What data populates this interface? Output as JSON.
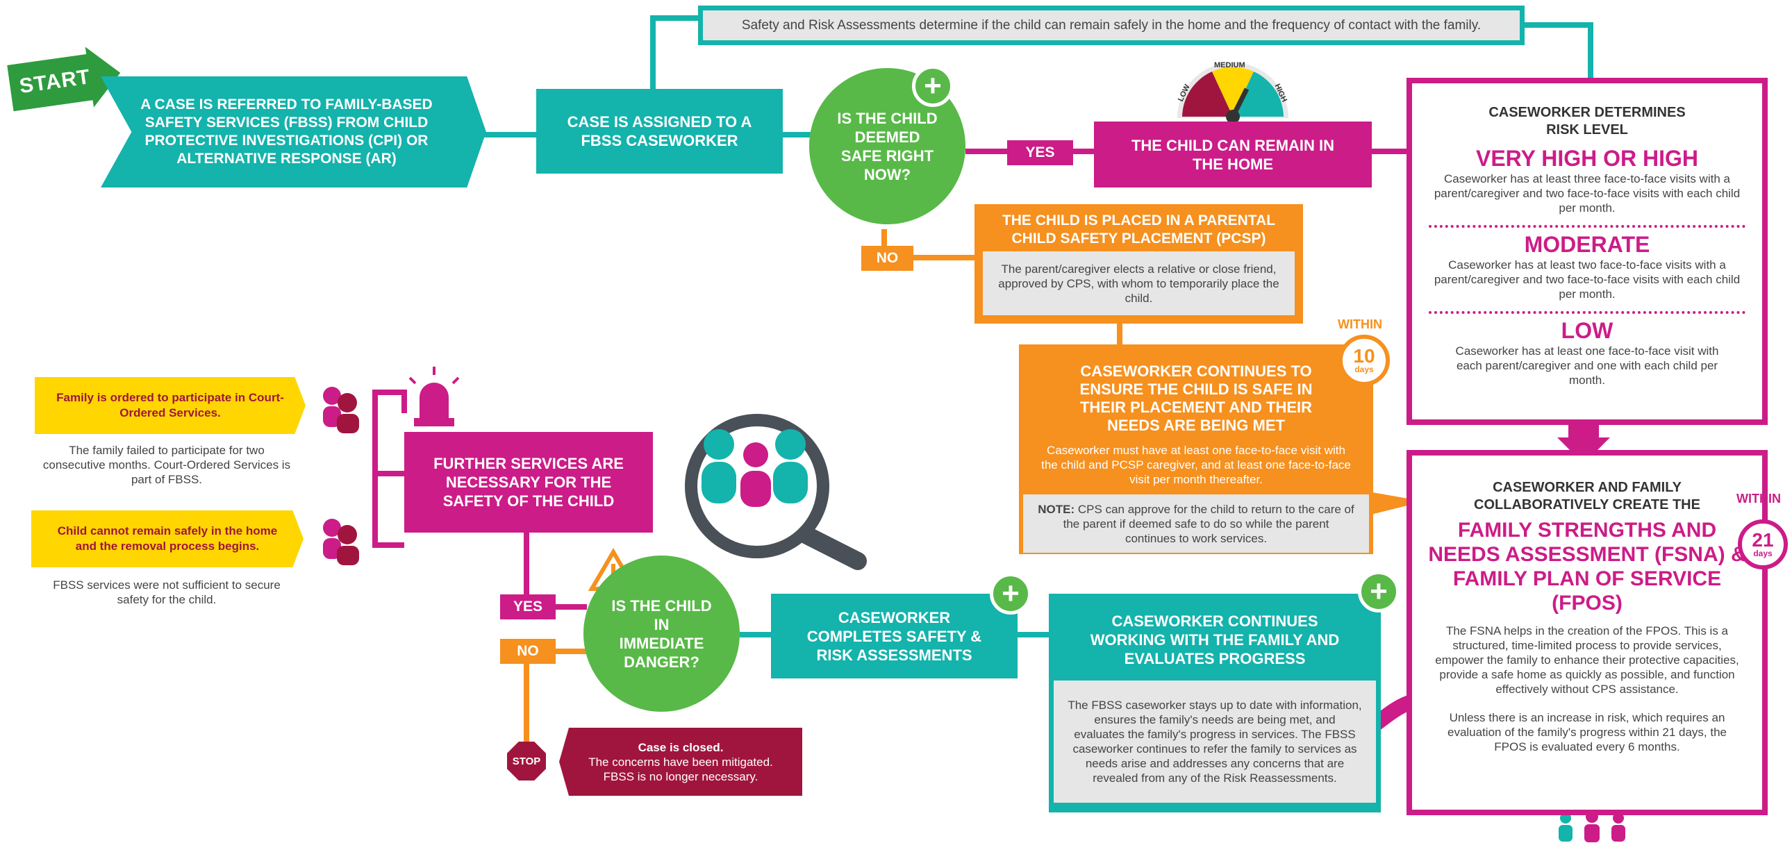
{
  "top_note": "Safety and Risk Assessments determine if the child can remain safely in the home and the frequency of contact with the family.",
  "start_label": "START",
  "referral": "A CASE IS REFERRED TO FAMILY-BASED SAFETY SERVICES (FBSS) FROM CHILD PROTECTIVE INVESTIGATIONS (CPI) OR ALTERNATIVE RESPONSE (AR)",
  "assigned": "CASE IS ASSIGNED TO A FBSS CASEWORKER",
  "deemed_safe": "IS THE CHILD DEEMED SAFE RIGHT NOW?",
  "yes": "YES",
  "no": "NO",
  "remain_home": "THE CHILD CAN REMAIN IN THE HOME",
  "gauge": {
    "low": "LOW",
    "medium": "MEDIUM",
    "high": "HIGH"
  },
  "risk": {
    "header": "CASEWORKER DETERMINES RISK LEVEL",
    "very_high_title": "VERY HIGH OR HIGH",
    "very_high_text": "Caseworker has at least three face-to-face visits with a parent/caregiver and two face-to-face visits with each child per month.",
    "moderate_title": "MODERATE",
    "moderate_text": "Caseworker has at least two face-to-face visits with a parent/caregiver and two face-to-face visits with each child per month.",
    "low_title": "LOW",
    "low_text": "Caseworker has at least one face-to-face visit with each parent/caregiver and one with each child per month."
  },
  "pcsp": {
    "title": "THE CHILD IS PLACED IN A PARENTAL CHILD SAFETY PLACEMENT (PCSP)",
    "text": "The parent/caregiver elects a relative or close friend, approved by CPS, with whom to temporarily place the child."
  },
  "continues_safe": {
    "title": "CASEWORKER CONTINUES TO ENSURE THE CHILD IS SAFE IN THEIR PLACEMENT AND THEIR NEEDS ARE BEING MET",
    "text": "Caseworker must have at least one face-to-face visit with the child and PCSP caregiver, and at least one face-to-face visit per month thereafter.",
    "note_label": "NOTE:",
    "note_text": "CPS can approve for the child to return to the care of the parent if deemed safe to do so while the parent continues to work services."
  },
  "within10": {
    "within": "WITHIN",
    "num": "10",
    "unit": "days"
  },
  "within21": {
    "within": "WITHIN",
    "num": "21",
    "unit": "days"
  },
  "fsna": {
    "header": "CASEWORKER AND FAMILY COLLABORATIVELY CREATE THE",
    "title": "FAMILY STRENGTHS AND NEEDS ASSESSMENT (FSNA) & FAMILY PLAN OF SERVICE (FPOS)",
    "text1": "The FSNA helps in the creation of the FPOS. This is a structured, time-limited process to provide services, empower the family to enhance their protective capacities, provide a safe home as quickly as possible, and function effectively without CPS assistance.",
    "text2": "Unless there is an increase in risk, which requires an evaluation of the family's progress within 21 days, the FPOS is evaluated every 6 months."
  },
  "working": {
    "title": "CASEWORKER CONTINUES WORKING WITH THE FAMILY AND EVALUATES PROGRESS",
    "text": "The FBSS caseworker stays up to date with information, ensures the family's needs are being met, and evaluates the family's progress in services. The FBSS caseworker continues to refer the family to services as needs arise and addresses any concerns that are revealed from any of the Risk Reassessments."
  },
  "completes": "CASEWORKER COMPLETES SAFETY & RISK ASSESSMENTS",
  "danger": "IS THE CHILD IN IMMEDIATE DANGER?",
  "further": "FURTHER SERVICES ARE NECESSARY FOR THE SAFETY OF THE CHILD",
  "court": {
    "title": "Family is ordered to participate in Court-Ordered Services.",
    "text": "The family failed to participate for two consecutive months. Court-Ordered Services is part of FBSS."
  },
  "removal": {
    "title": "Child cannot remain safely in the home and the removal process begins.",
    "text": "FBSS services were not sufficient to secure safety for the child."
  },
  "stop_label": "STOP",
  "closed": {
    "title": "Case is closed.",
    "text": "The concerns have been mitigated. FBSS is no longer necessary."
  },
  "chat_dots": "...",
  "colors": {
    "teal": "#14b3ac",
    "magenta": "#cc1c88",
    "orange": "#f6901e",
    "green": "#58b948",
    "yellow": "#ffd600",
    "maroon": "#a0153e"
  }
}
